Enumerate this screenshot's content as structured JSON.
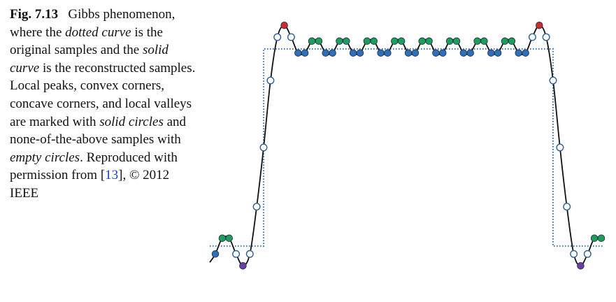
{
  "caption": {
    "label": "Fig. 7.13",
    "t1": "Gibbs phenomenon, where the ",
    "i1": "dotted curve",
    "t2": " is the original samples and the ",
    "i2": "solid curve",
    "t3": " is the reconstructed samples. Local peaks, convex corners, concave corners, and local valleys are marked with ",
    "i3": "solid circles",
    "t4": " and none-of-the-above samples with ",
    "i4": "empty circles",
    "t5": ". Reproduced with permission from [",
    "ref": "13",
    "t6": "], © 2012 IEEE"
  },
  "colors": {
    "reconstructed": "#111111",
    "original": "#4a7fb5",
    "peak": "#d12a2a",
    "convex": "#1f9e5a",
    "concave": "#2e6fb8",
    "valley": "#6a3fa0",
    "empty_stroke": "#2e5f96",
    "empty_fill": "#ffffff"
  },
  "chart_data": {
    "type": "line",
    "title": "",
    "xlabel": "",
    "ylabel": "",
    "axes_visible": false,
    "xlim": [
      0,
      56
    ],
    "ylim": [
      -0.22,
      1.22
    ],
    "series": [
      {
        "name": "",
        "style": "dotted",
        "kind": "original",
        "x": [
          0,
          7,
          7,
          49,
          49,
          56
        ],
        "y": [
          0,
          0,
          1,
          1,
          0,
          0
        ]
      },
      {
        "name": "",
        "style": "solid",
        "kind": "reconstructed",
        "x": [
          0,
          1,
          2,
          3,
          4,
          5,
          6,
          7,
          8,
          9,
          10,
          11,
          12,
          13,
          14,
          15,
          16,
          17,
          18,
          19,
          20,
          21,
          22,
          23,
          24,
          25,
          26,
          27,
          28,
          29,
          30,
          31,
          32,
          33,
          34,
          35,
          36,
          37,
          38,
          39,
          40,
          41,
          42,
          43,
          44,
          45,
          46,
          47,
          48,
          49,
          50,
          51,
          52,
          53,
          54,
          55,
          56
        ],
        "y": [
          -0.04,
          0.04,
          0.04,
          -0.04,
          -0.1,
          -0.04,
          0.2,
          0.5,
          0.84,
          1.06,
          1.12,
          1.06,
          0.98,
          0.98,
          1.04,
          1.04,
          0.98,
          0.98,
          1.04,
          1.04,
          0.98,
          0.98,
          1.04,
          1.04,
          0.98,
          0.98,
          1.04,
          1.04,
          0.98,
          0.98,
          1.04,
          1.04,
          0.98,
          0.98,
          1.04,
          1.04,
          0.98,
          0.98,
          1.04,
          1.04,
          0.98,
          0.98,
          1.04,
          1.04,
          0.98,
          0.98,
          1.06,
          1.12,
          1.06,
          0.84,
          0.5,
          0.2,
          -0.04,
          -0.1,
          -0.04,
          0.04,
          0.04
        ]
      }
    ],
    "markers": [
      {
        "x": 0,
        "y": -0.04,
        "kind": "concave"
      },
      {
        "x": 1,
        "y": 0.04,
        "kind": "convex"
      },
      {
        "x": 2,
        "y": 0.04,
        "kind": "convex"
      },
      {
        "x": 3,
        "y": -0.04,
        "kind": "empty"
      },
      {
        "x": 4,
        "y": -0.1,
        "kind": "valley"
      },
      {
        "x": 5,
        "y": -0.04,
        "kind": "empty"
      },
      {
        "x": 6,
        "y": 0.2,
        "kind": "empty"
      },
      {
        "x": 7,
        "y": 0.5,
        "kind": "empty"
      },
      {
        "x": 8,
        "y": 0.84,
        "kind": "empty"
      },
      {
        "x": 9,
        "y": 1.06,
        "kind": "empty"
      },
      {
        "x": 10,
        "y": 1.12,
        "kind": "peak"
      },
      {
        "x": 11,
        "y": 1.06,
        "kind": "empty"
      },
      {
        "x": 12,
        "y": 0.98,
        "kind": "concave"
      },
      {
        "x": 13,
        "y": 0.98,
        "kind": "concave"
      },
      {
        "x": 14,
        "y": 1.04,
        "kind": "convex"
      },
      {
        "x": 15,
        "y": 1.04,
        "kind": "convex"
      },
      {
        "x": 16,
        "y": 0.98,
        "kind": "concave"
      },
      {
        "x": 17,
        "y": 0.98,
        "kind": "concave"
      },
      {
        "x": 18,
        "y": 1.04,
        "kind": "convex"
      },
      {
        "x": 19,
        "y": 1.04,
        "kind": "convex"
      },
      {
        "x": 20,
        "y": 0.98,
        "kind": "concave"
      },
      {
        "x": 21,
        "y": 0.98,
        "kind": "concave"
      },
      {
        "x": 22,
        "y": 1.04,
        "kind": "convex"
      },
      {
        "x": 23,
        "y": 1.04,
        "kind": "convex"
      },
      {
        "x": 24,
        "y": 0.98,
        "kind": "concave"
      },
      {
        "x": 25,
        "y": 0.98,
        "kind": "concave"
      },
      {
        "x": 26,
        "y": 1.04,
        "kind": "convex"
      },
      {
        "x": 27,
        "y": 1.04,
        "kind": "convex"
      },
      {
        "x": 28,
        "y": 0.98,
        "kind": "concave"
      },
      {
        "x": 29,
        "y": 0.98,
        "kind": "concave"
      },
      {
        "x": 30,
        "y": 1.04,
        "kind": "convex"
      },
      {
        "x": 31,
        "y": 1.04,
        "kind": "convex"
      },
      {
        "x": 32,
        "y": 0.98,
        "kind": "concave"
      },
      {
        "x": 33,
        "y": 0.98,
        "kind": "concave"
      },
      {
        "x": 34,
        "y": 1.04,
        "kind": "convex"
      },
      {
        "x": 35,
        "y": 1.04,
        "kind": "convex"
      },
      {
        "x": 36,
        "y": 0.98,
        "kind": "concave"
      },
      {
        "x": 37,
        "y": 0.98,
        "kind": "concave"
      },
      {
        "x": 38,
        "y": 1.04,
        "kind": "convex"
      },
      {
        "x": 39,
        "y": 1.04,
        "kind": "convex"
      },
      {
        "x": 40,
        "y": 0.98,
        "kind": "concave"
      },
      {
        "x": 41,
        "y": 0.98,
        "kind": "concave"
      },
      {
        "x": 42,
        "y": 1.04,
        "kind": "convex"
      },
      {
        "x": 43,
        "y": 1.04,
        "kind": "convex"
      },
      {
        "x": 44,
        "y": 0.98,
        "kind": "concave"
      },
      {
        "x": 45,
        "y": 0.98,
        "kind": "concave"
      },
      {
        "x": 46,
        "y": 1.06,
        "kind": "empty"
      },
      {
        "x": 47,
        "y": 1.12,
        "kind": "peak"
      },
      {
        "x": 48,
        "y": 1.06,
        "kind": "empty"
      },
      {
        "x": 49,
        "y": 0.84,
        "kind": "empty"
      },
      {
        "x": 50,
        "y": 0.5,
        "kind": "empty"
      },
      {
        "x": 51,
        "y": 0.2,
        "kind": "empty"
      },
      {
        "x": 52,
        "y": -0.04,
        "kind": "empty"
      },
      {
        "x": 53,
        "y": -0.1,
        "kind": "valley"
      },
      {
        "x": 54,
        "y": -0.04,
        "kind": "empty"
      },
      {
        "x": 55,
        "y": 0.04,
        "kind": "convex"
      },
      {
        "x": 56,
        "y": 0.04,
        "kind": "convex"
      }
    ]
  }
}
